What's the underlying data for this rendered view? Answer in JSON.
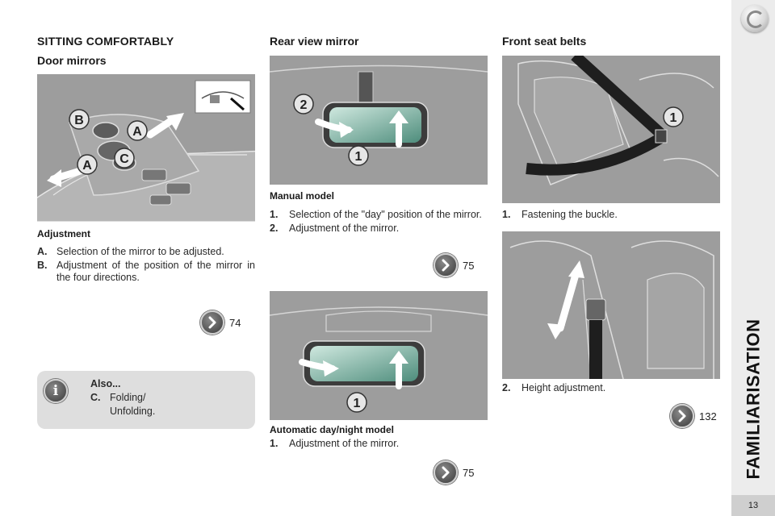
{
  "sidebar": {
    "section": "FAMILIARISATION",
    "page_number": "13"
  },
  "section_title": "SITTING COMFORTABLY",
  "door_mirrors": {
    "title": "Door mirrors",
    "subtitle": "Adjustment",
    "items": [
      {
        "key": "A.",
        "text": "Selection of the mirror to be adjusted."
      },
      {
        "key": "B.",
        "text": "Adjustment of the position of the mirror in the four directions."
      }
    ],
    "ref": "74",
    "callouts": [
      "B",
      "A",
      "A",
      "C"
    ]
  },
  "also_box": {
    "title": "Also...",
    "key": "C.",
    "line1": "Folding/",
    "line2": "Unfolding.",
    "icon": "info-icon"
  },
  "rear_mirror": {
    "title": "Rear view mirror",
    "manual": {
      "subtitle": "Manual model",
      "items": [
        {
          "key": "1.",
          "text": "Selection of the \"day\" position of the mirror."
        },
        {
          "key": "2.",
          "text": "Adjustment of the mirror."
        }
      ],
      "ref": "75",
      "callouts": [
        "2",
        "1"
      ]
    },
    "automatic": {
      "subtitle": "Automatic day/night model",
      "items": [
        {
          "key": "1.",
          "text": "Adjustment of the mirror."
        }
      ],
      "ref": "75",
      "callouts": [
        "1"
      ]
    }
  },
  "seat_belts": {
    "title": "Front seat belts",
    "item1": {
      "key": "1.",
      "text": "Fastening the buckle."
    },
    "item2": {
      "key": "2.",
      "text": "Height adjustment."
    },
    "ref": "132",
    "callouts": [
      "1"
    ]
  },
  "colors": {
    "panel_bg": "#dedede",
    "sidebar_bg": "#ececec",
    "illustration_bg": "#9d9d9d"
  }
}
